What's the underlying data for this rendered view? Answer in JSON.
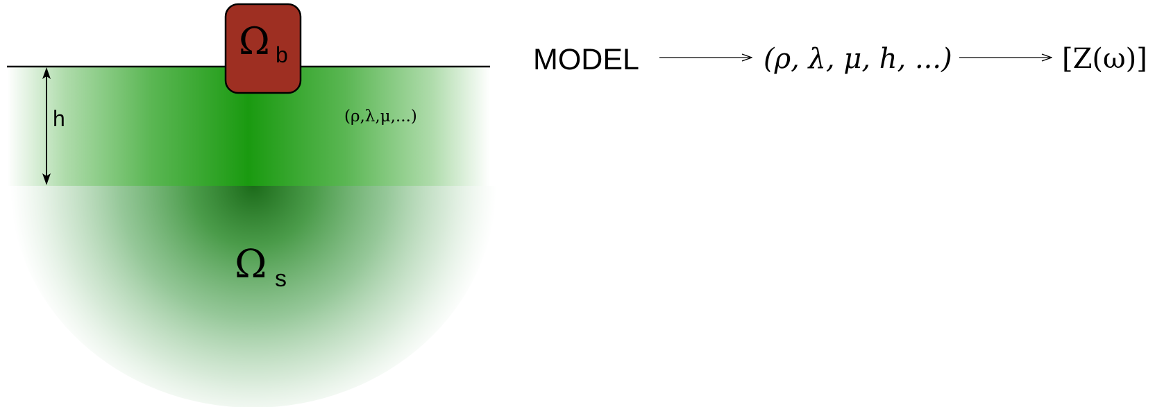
{
  "diagram": {
    "building": {
      "symbol": "Ω",
      "subscript": "b"
    },
    "soil": {
      "symbol": "Ω",
      "subscript": "s"
    },
    "layer": {
      "depth_label": "h",
      "parameters_label": "(ρ,λ,μ,...)"
    },
    "flow": {
      "model_label": "MODEL",
      "parameters_label": "(ρ, λ, μ, h, ...)",
      "output_label": "[Z(ω)]"
    },
    "colors": {
      "building_fill": "#9e2f22",
      "soil_green": "#1a9a10",
      "outline": "#000000"
    }
  }
}
